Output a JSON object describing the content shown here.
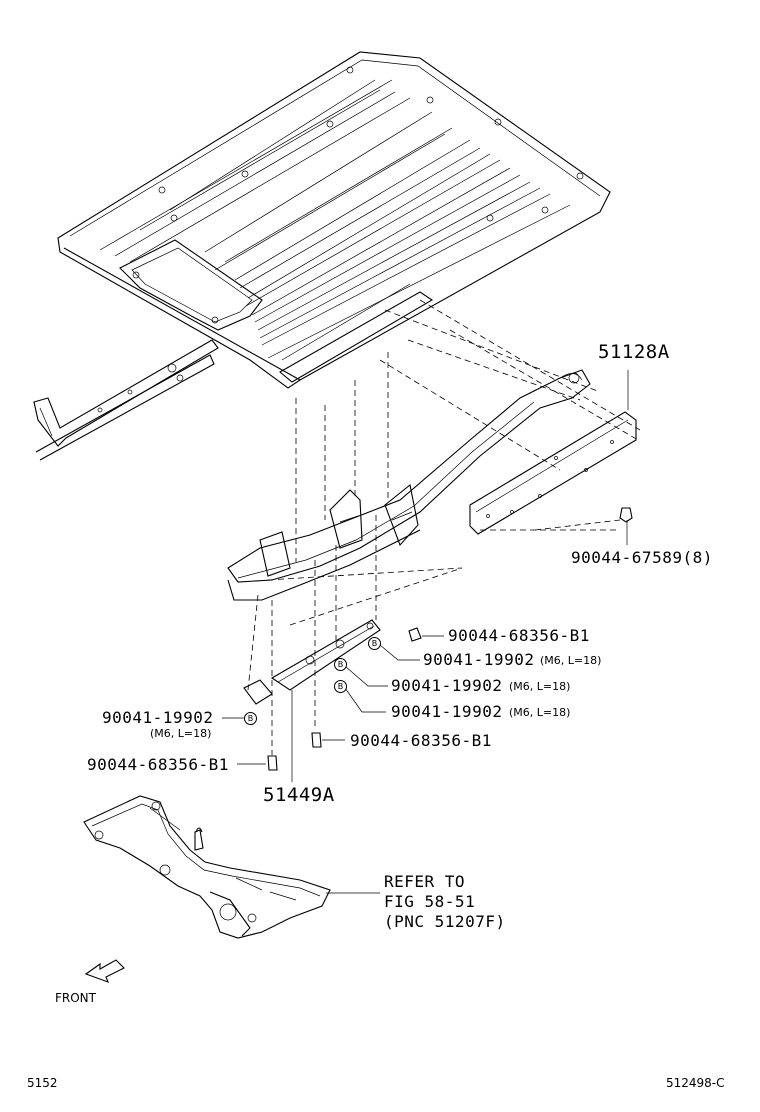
{
  "figure": {
    "page_code": "5152",
    "figure_code": "512498-C"
  },
  "callouts": {
    "c51128a": "51128A",
    "c51449a": "51449A",
    "bolt_67589": "90044-67589(8)",
    "bolt_68356_upper": "90044-68356-B1",
    "bolt_68356_middle": "90044-68356-B1",
    "bolt_68356_left": "90044-68356-B1",
    "clip_19902_a": "90041-19902",
    "clip_19902_a_spec": "(M6, L=18)",
    "clip_19902_b": "90041-19902",
    "clip_19902_b_spec": "(M6, L=18)",
    "clip_19902_c": "90041-19902",
    "clip_19902_c_spec": "(M6, L=18)",
    "clip_19902_left": "90041-19902",
    "clip_19902_left_spec": "(M6, L=18)",
    "badge_letter": "B"
  },
  "reference": {
    "line1": "REFER TO",
    "line2": "FIG 58-51",
    "line3": "(PNC 51207F)"
  },
  "orientation": {
    "front_label": "FRONT"
  }
}
